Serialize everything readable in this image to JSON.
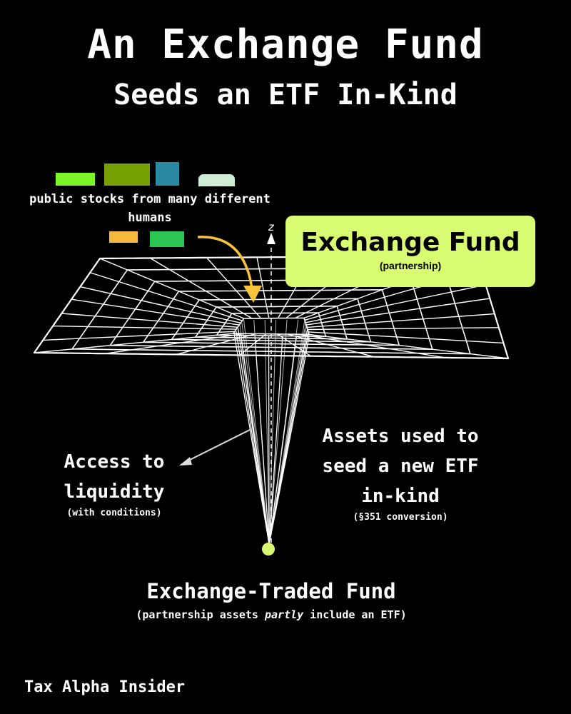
{
  "header": {
    "title": "An Exchange Fund",
    "subtitle": "Seeds an ETF In-Kind"
  },
  "stocks": {
    "label": "public stocks from many different humans",
    "chip_colors": [
      "#7cf627",
      "#76a003",
      "#2a8aa3",
      "#d1ecd4",
      "#f6b93b",
      "#2bc551"
    ]
  },
  "exchange_fund": {
    "title": "Exchange Fund",
    "subtitle": "(partnership)",
    "box_color": "#d9fb71"
  },
  "axis": {
    "label": "z"
  },
  "left_branch": {
    "title_line1": "Access to",
    "title_line2": "liquidity",
    "note": "(with conditions)"
  },
  "right_branch": {
    "line1": "Assets used to",
    "line2": "seed a new ETF",
    "line3": "in-kind",
    "note": "(§351 conversion)"
  },
  "bottom": {
    "title": "Exchange-Traded Fund",
    "note_before": "(partnership assets ",
    "note_emphasis": "partly",
    "note_after": " include an ETF)",
    "dot_color": "#d9fb71"
  },
  "brand": "Tax Alpha Insider",
  "colors": {
    "arrow": "#f7c23c",
    "background": "#000000",
    "grid": "#ffffff"
  }
}
